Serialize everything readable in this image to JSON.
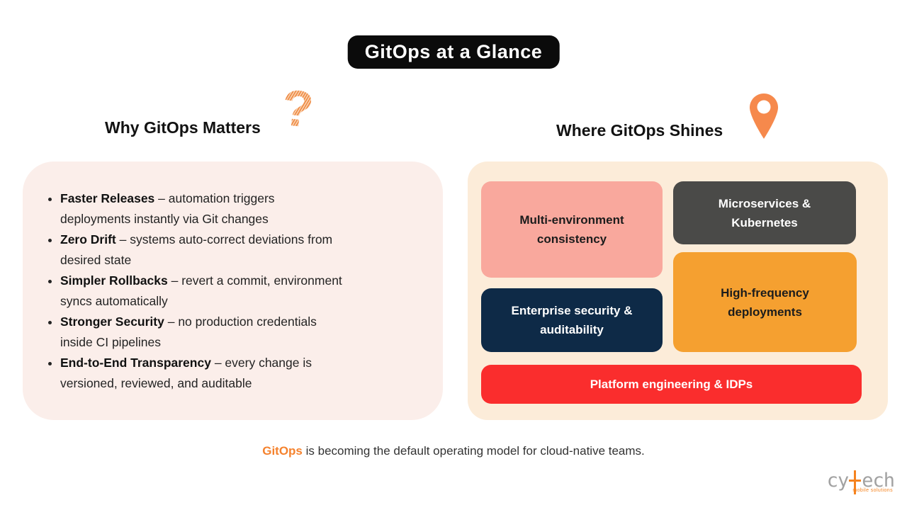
{
  "title": "GitOps at a Glance",
  "left": {
    "heading": "Why GitOps Matters",
    "icon": "question-mark-icon",
    "icon_glyph": "?",
    "bullets": [
      {
        "bold": "Faster Releases",
        "rest": " – automation triggers\ndeployments instantly via Git changes"
      },
      {
        "bold": "Zero Drift",
        "rest": " – systems auto-correct deviations from\ndesired state"
      },
      {
        "bold": "Simpler Rollbacks",
        "rest": " – revert a commit, environment\nsyncs automatically"
      },
      {
        "bold": "Stronger Security",
        "rest": " – no production credentials\ninside CI pipelines"
      },
      {
        "bold": "End-to-End Transparency",
        "rest": " – every change is\nversioned, reviewed, and auditable"
      }
    ]
  },
  "right": {
    "heading": "Where GitOps Shines",
    "icon": "location-pin-icon",
    "tiles": [
      {
        "label": "Multi-environment\nconsistency",
        "bg": "#f9a89d",
        "text_color": "#1c1c1c"
      },
      {
        "label": "Microservices &\nKubernetes",
        "bg": "#4a4a48",
        "text_color": "#ffffff"
      },
      {
        "label": "Enterprise security &\nauditability",
        "bg": "#0e2a47",
        "text_color": "#ffffff"
      },
      {
        "label": "High-frequency\ndeployments",
        "bg": "#f5a030",
        "text_color": "#1c1c1c"
      },
      {
        "label": "Platform engineering & IDPs",
        "bg": "#fa2d2d",
        "text_color": "#ffffff"
      }
    ]
  },
  "footer": {
    "brand": "GitOps",
    "rest": " is becoming the default operating model for cloud-native teams."
  },
  "logo": {
    "part1": "cy",
    "part2": "ech",
    "tagline": "mobile solutions"
  },
  "colors": {
    "title_badge_bg": "#0b0b0b",
    "left_panel_bg": "#fbeeea",
    "right_panel_bg": "#fcecd9",
    "accent_orange": "#f5822d",
    "pin_orange": "#f6894c",
    "logo_gray": "#a2a2a2",
    "logo_orange": "#f5831f"
  }
}
